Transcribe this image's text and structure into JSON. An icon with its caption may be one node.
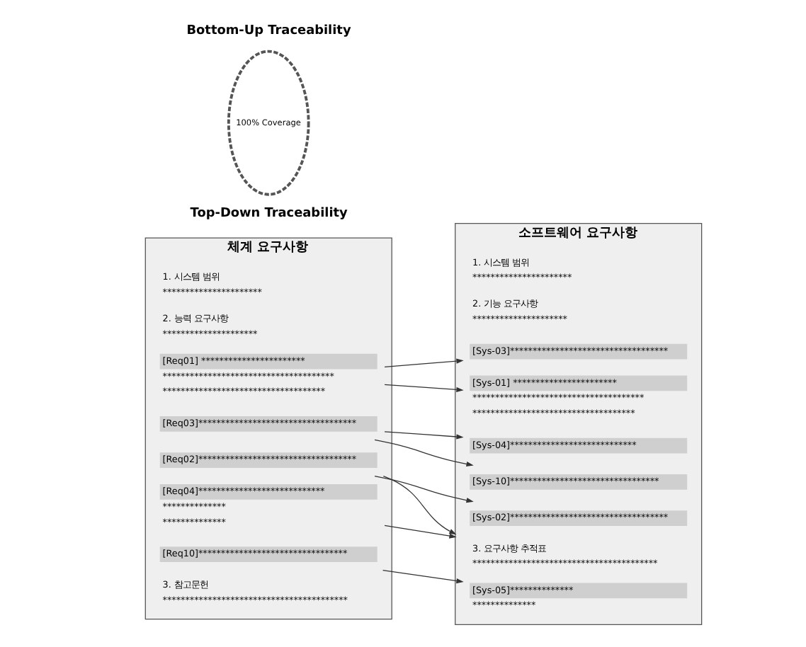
{
  "diagram": {
    "nodes": [
      {
        "text": [
          "체계 요구사항"
        ]
      },
      {
        "text": [
          "1. 시스템 범위",
          "**********************"
        ],
        "in": 0
      },
      {
        "text": [
          "2. 능력 요구사항",
          "*********************"
        ],
        "in": 0
      },
      {
        "text": [
          "[Req01] ***********************"
        ],
        "in": 0,
        "beside": [
          "**************************************",
          "************************************"
        ]
      },
      {
        "text": [
          "[Req02]***********************************"
        ],
        "in": 0
      },
      {
        "text": [
          "[Req03]***********************************"
        ],
        "in": 0
      },
      {
        "text": [
          "[Req04]****************************"
        ],
        "in": 0,
        "beside": [
          "**************",
          "**************"
        ]
      },
      {
        "text": [
          "[Req10]*********************************"
        ],
        "in": 0
      },
      {
        "text": [
          "3. 참고문헌",
          "*****************************************"
        ],
        "in": 0
      },
      {
        "text": [
          "100% Coverage"
        ]
      },
      {
        "text": [
          "소프트웨어 요구사항"
        ]
      },
      {
        "text": [
          "1. 시스템 범위",
          "**********************"
        ],
        "in": 10
      },
      {
        "text": [
          "2. 기능 요구사항",
          "*********************"
        ],
        "in": 10
      },
      {
        "text": [
          "[Sys-01] ***********************"
        ],
        "in": 10,
        "beside": [
          "**************************************",
          "************************************"
        ]
      },
      {
        "text": [
          "[Sys-02]***********************************"
        ],
        "in": 10
      },
      {
        "text": [
          "[Sys-03]***********************************"
        ],
        "in": 10
      },
      {
        "text": [
          "[Sys-04]****************************"
        ],
        "in": 10
      },
      {
        "text": [
          "[Sys-05]**************"
        ],
        "in": 10,
        "beside": [
          "**************"
        ]
      },
      {
        "text": [
          "[Sys-10]*********************************"
        ],
        "in": 10
      },
      {
        "text": [
          "3. 요구사항 추적표",
          "*****************************************"
        ],
        "in": 10
      }
    ],
    "edges": [
      {
        "from": 3,
        "to": 13,
        "arrow": "to"
      },
      {
        "from": 3,
        "to": 15,
        "arrow": "to"
      },
      {
        "from": 4,
        "to": 14,
        "arrow": "to"
      },
      {
        "from": 4,
        "to": 10,
        "arrow": "to"
      },
      {
        "from": 5,
        "to": 16,
        "arrow": "to"
      },
      {
        "from": 5,
        "to": 18,
        "arrow": "to"
      },
      {
        "from": 6,
        "to": 10,
        "arrow": "to"
      },
      {
        "from": 7,
        "to": 17,
        "arrow": "to"
      }
    ],
    "labels": [
      "Top-Down Traceability",
      "Bottom-Up Traceability"
    ]
  }
}
